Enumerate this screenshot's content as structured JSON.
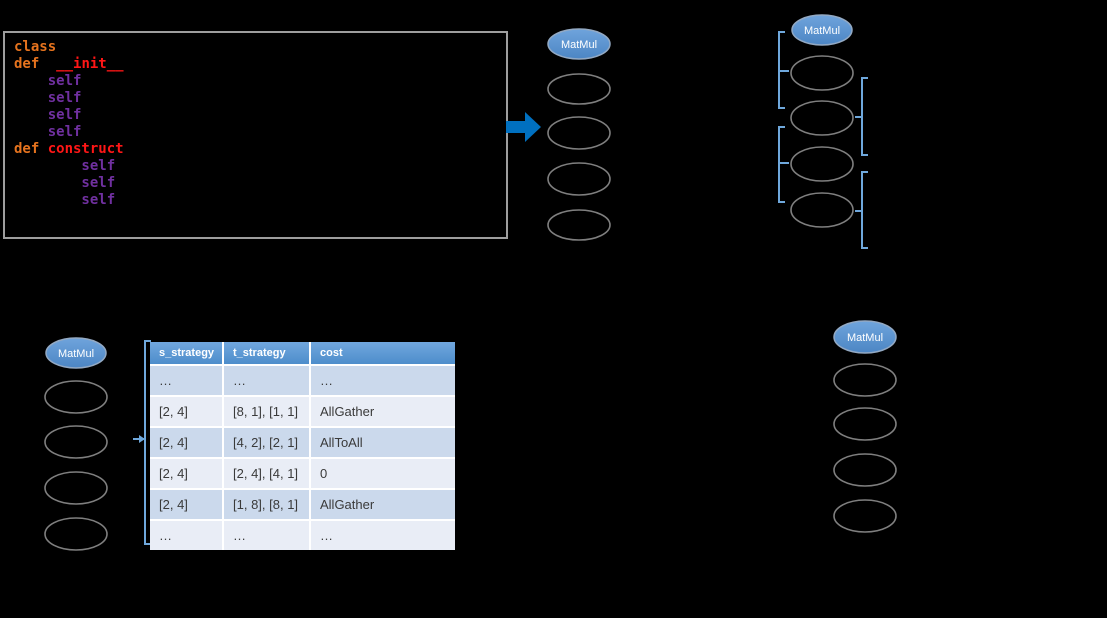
{
  "code_panel": {
    "lines": [
      {
        "s1": "class"
      },
      {
        "s1": "def  ",
        "s2": "__init__"
      },
      {
        "s1": "    self"
      },
      {
        "s1": "    self"
      },
      {
        "s1": "    self"
      },
      {
        "s1": "    self"
      },
      {
        "s1": "def ",
        "s2": "construct"
      },
      {
        "s1": "        self"
      },
      {
        "s1": "        self"
      },
      {
        "s1": "        self"
      }
    ]
  },
  "graph": {
    "groups": [
      {
        "id": "top-middle",
        "label": "MatMul"
      },
      {
        "id": "top-right",
        "label": "MatMul"
      },
      {
        "id": "bottom-left",
        "label": "MatMul"
      },
      {
        "id": "bottom-right",
        "label": "MatMul"
      }
    ]
  },
  "table": {
    "columns": [
      "s_strategy",
      "t_strategy",
      "cost"
    ],
    "rows": [
      [
        "…",
        "…",
        "…"
      ],
      [
        "[2, 4]",
        "[8, 1], [1, 1]",
        "AllGather"
      ],
      [
        "[2, 4]",
        "[4, 2], [2, 1]",
        "AllToAll"
      ],
      [
        "[2, 4]",
        "[2, 4], [4, 1]",
        "0"
      ],
      [
        "[2, 4]",
        "[1, 8], [8, 1]",
        "AllGather"
      ],
      [
        "…",
        "…",
        "…"
      ]
    ]
  },
  "colors": {
    "accent_blue": "#0070c0",
    "node_fill": "#4c86c4",
    "bracket_blue": "#6fa8dc",
    "table_header": "#5b9bd5",
    "band_dark": "#cbd9ec",
    "band_light": "#e9edf6",
    "code_keyword": "#e5731e",
    "code_funcname": "#ff1616",
    "code_self": "#7030a0"
  }
}
